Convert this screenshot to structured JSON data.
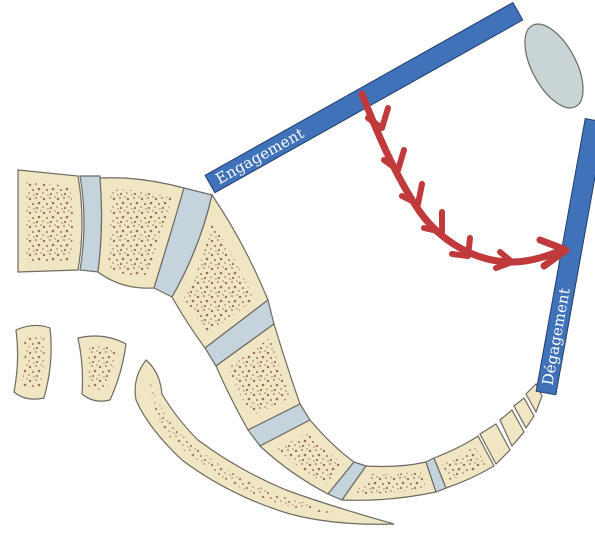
{
  "labels": {
    "inlet": "Engagement",
    "outlet": "Dégagement"
  },
  "colors": {
    "bar": "#3f72b9",
    "bar_stroke": "#243f6a",
    "arrow": "#c0393b",
    "bone": "#f1e6c4",
    "bone_outline": "#6e6b62",
    "marrow_dot": "#8a5a3c",
    "disc": "#c5d3dd",
    "symphysis": "#c9d4d6"
  },
  "icons": {
    "path_arrow": "curved-arrow",
    "arrowhead": "arrowhead"
  }
}
